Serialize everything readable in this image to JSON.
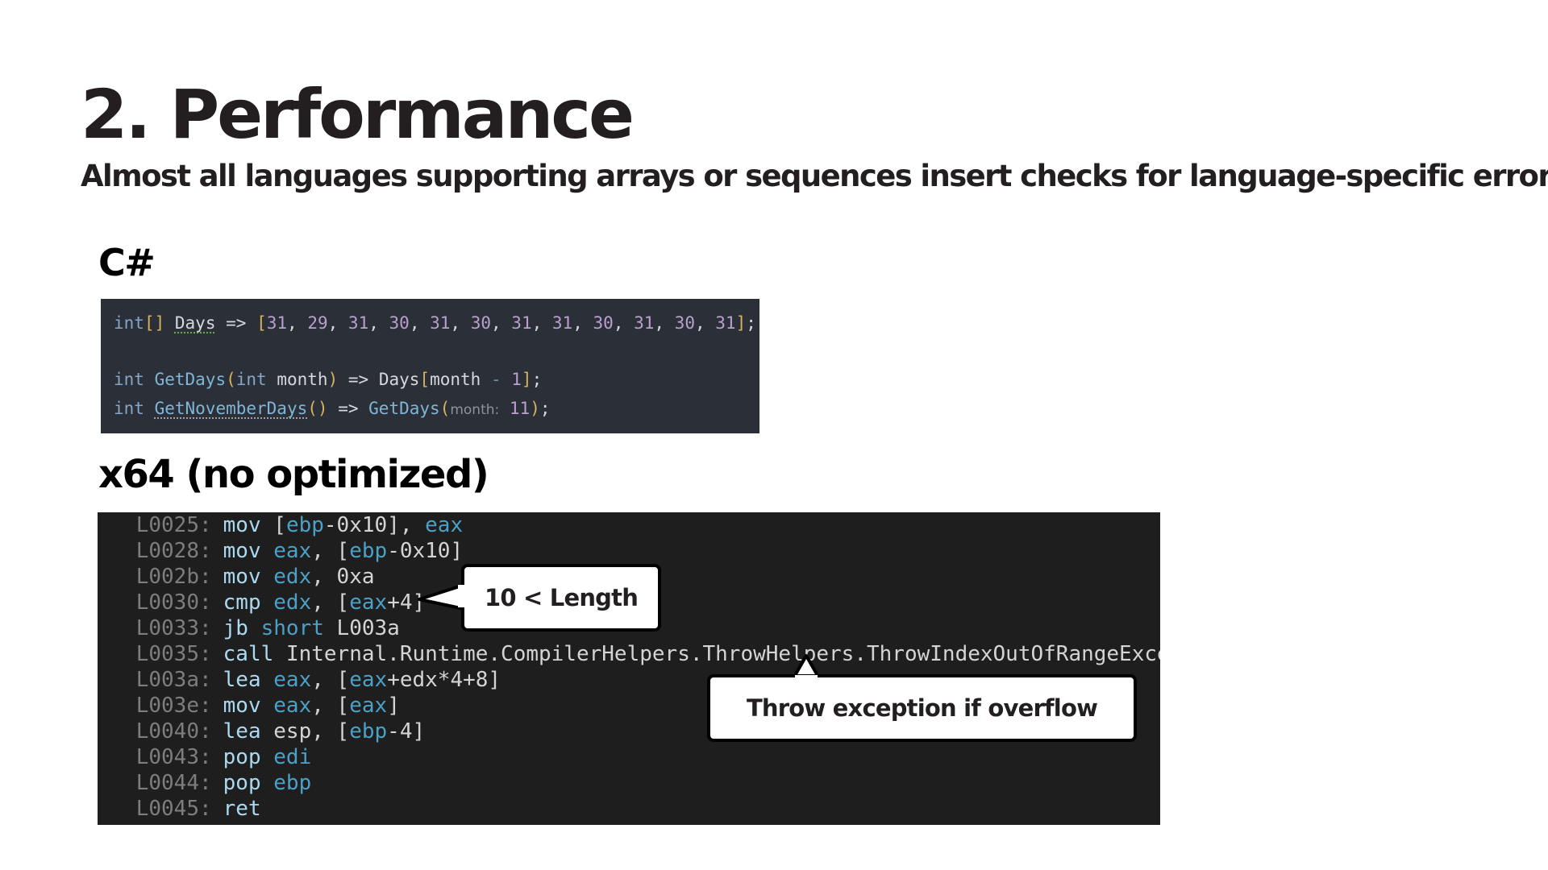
{
  "slide": {
    "title": "2. Performance",
    "subtitle": "Almost all languages supporting arrays or sequences insert checks for language-specific errors"
  },
  "csharp": {
    "label": "C#",
    "line1": {
      "kw": "int",
      "brackets": "[]",
      "name": "Days",
      "arrow": "=>",
      "open": "[",
      "values": [
        "31",
        "29",
        "31",
        "30",
        "31",
        "30",
        "31",
        "31",
        "30",
        "31",
        "30",
        "31"
      ],
      "close": "]",
      "end": ";"
    },
    "line2": {
      "kw": "int",
      "fn": "GetDays",
      "paren_open": "(",
      "param_kw": "int",
      "param": "month",
      "paren_close": ")",
      "arrow": "=>",
      "target": "Days",
      "open": "[",
      "index_var": "month",
      "minus": "-",
      "one": "1",
      "close": "]",
      "end": ";"
    },
    "line3": {
      "kw": "int",
      "fn": "GetNovemberDays",
      "parens": "()",
      "arrow": "=>",
      "call": "GetDays",
      "paren_open": "(",
      "hint": "month:",
      "arg": "11",
      "paren_close": ")",
      "end": ";"
    }
  },
  "asm": {
    "label": "x64 (no optimized)",
    "lines": [
      {
        "addr": "L0025",
        "ins": "mov",
        "p1": "[",
        "r1": "ebp",
        "p2": "-0x10], ",
        "r2": "eax",
        "p3": ""
      },
      {
        "addr": "L0028",
        "ins": "mov",
        "p1": "",
        "r1": "eax",
        "p2": ", [",
        "r2": "ebp",
        "p3": "-0x10]"
      },
      {
        "addr": "L002b",
        "ins": "mov",
        "p1": "",
        "r1": "edx",
        "p2": ", 0xa",
        "r2": "",
        "p3": ""
      },
      {
        "addr": "L0030",
        "ins": "cmp",
        "p1": "",
        "r1": "edx",
        "p2": ", [",
        "r2": "eax",
        "p3": "+4]"
      },
      {
        "addr": "L0033",
        "ins": "jb",
        "p1": "",
        "r1": "short",
        "p2": " L003a",
        "r2": "",
        "p3": ""
      },
      {
        "addr": "L0035",
        "ins": "call",
        "p1": "Internal.Runtime.CompilerHelpers.ThrowHelpers.ThrowIndexOutOfRangeException",
        "r1": "",
        "p2": "",
        "r2": "",
        "p3": ""
      },
      {
        "addr": "L003a",
        "ins": "lea",
        "p1": "",
        "r1": "eax",
        "p2": ", [",
        "r2": "eax",
        "p3": "+edx*4+8]"
      },
      {
        "addr": "L003e",
        "ins": "mov",
        "p1": "",
        "r1": "eax",
        "p2": ", [",
        "r2": "eax",
        "p3": "]"
      },
      {
        "addr": "L0040",
        "ins": "lea",
        "p1": "esp, [",
        "r1": "ebp",
        "p2": "-4]",
        "r2": "",
        "p3": ""
      },
      {
        "addr": "L0043",
        "ins": "pop",
        "p1": "",
        "r1": "edi",
        "p2": "",
        "r2": "",
        "p3": ""
      },
      {
        "addr": "L0044",
        "ins": "pop",
        "p1": "",
        "r1": "ebp",
        "p2": "",
        "r2": "",
        "p3": ""
      },
      {
        "addr": "L0045",
        "ins": "ret",
        "p1": "",
        "r1": "",
        "p2": "",
        "r2": "",
        "p3": ""
      }
    ]
  },
  "callouts": {
    "length": "10 < Length",
    "throw": "Throw exception if overflow"
  }
}
